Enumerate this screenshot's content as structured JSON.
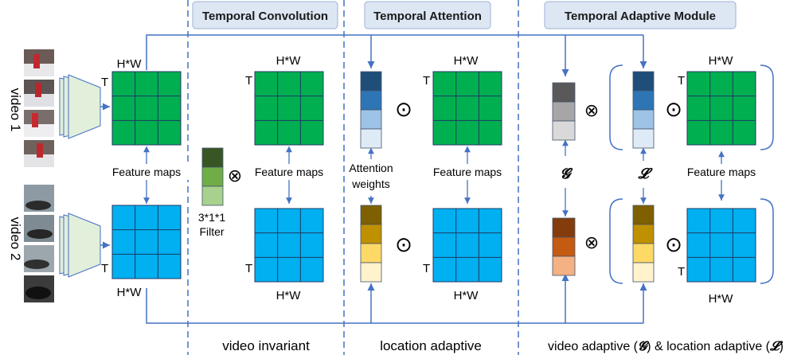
{
  "headers": {
    "temporal_convolution": "Temporal Convolution",
    "temporal_attention": "Temporal Attention",
    "temporal_adaptive_module": "Temporal Adaptive Module"
  },
  "videos": {
    "video1": "video 1",
    "video2": "video 2"
  },
  "labels": {
    "hw": "H*W",
    "t": "T",
    "feature_maps": "Feature maps",
    "filter_line1": "3*1*1",
    "filter_line2": "Filter",
    "attention_line1": "Attention",
    "attention_line2": "weights",
    "g_symbol": "𝓖",
    "l_symbol": "𝓛"
  },
  "operators": {
    "otimes": "⊗",
    "odot": "⊙"
  },
  "footer": {
    "video_invariant": "video invariant",
    "location_adaptive": "location adaptive",
    "tam_prefix": "video adaptive (",
    "tam_mid": ") & location adaptive (",
    "tam_suffix": ")",
    "tam_g": "𝓖",
    "tam_l": "𝓛"
  },
  "colors": {
    "green_map": "#00b050",
    "blue_map": "#00b0f0",
    "divider": "#4472c4",
    "arrow": "#4472c4",
    "header_fill": "#dde6f3",
    "encoder_fill": "#e2efda",
    "filter": [
      "#375623",
      "#70ad47",
      "#a9d18e"
    ],
    "attn_blue": [
      "#1f4e79",
      "#2e75b6",
      "#9dc3e6",
      "#deebf7"
    ],
    "attn_gold": [
      "#7f6000",
      "#bf9000",
      "#ffd966",
      "#fff2cc"
    ],
    "g_gray": [
      "#595959",
      "#a6a6a6",
      "#d9d9d9"
    ],
    "g_orange": [
      "#843c0c",
      "#c55a11",
      "#f4b183"
    ]
  }
}
